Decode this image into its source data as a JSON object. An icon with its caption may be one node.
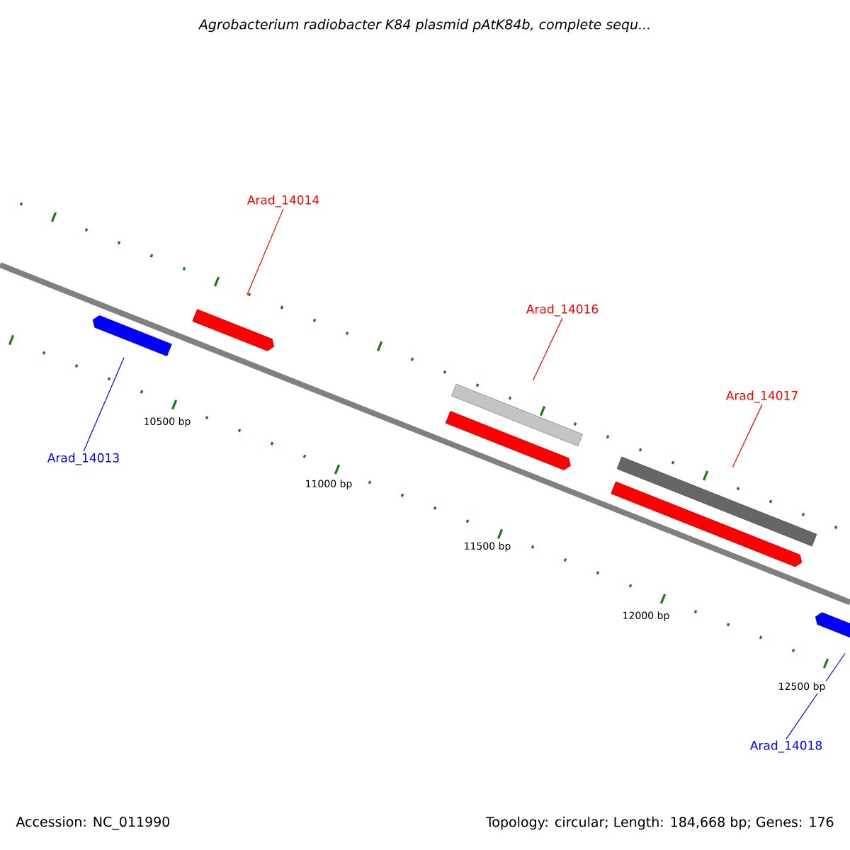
{
  "diagram": {
    "title": "Agrobacterium radiobacter K84 plasmid pAtK84b, complete sequ...",
    "nodes": [
      {
        "text": [
          "Arad_14014"
        ]
      },
      {
        "text": [
          "Arad_14016"
        ]
      },
      {
        "text": [
          "Arad_14017"
        ]
      },
      {
        "text": [
          "Arad_14013"
        ]
      },
      {
        "text": [
          "Arad_14018"
        ]
      },
      {
        "text": [],
        "shape": "arrow"
      },
      {
        "text": [],
        "shape": "arrow"
      },
      {
        "text": [],
        "shape": "bar"
      },
      {
        "text": [],
        "shape": "arrow"
      },
      {
        "text": [],
        "shape": "bar"
      },
      {
        "text": [],
        "shape": "arrow"
      },
      {
        "text": [],
        "shape": "arrow"
      }
    ],
    "edges": [
      {
        "from": 0,
        "to": 6,
        "arrow": "none"
      },
      {
        "from": 1,
        "to": 7,
        "arrow": "none"
      },
      {
        "from": 2,
        "to": 9,
        "arrow": "none"
      },
      {
        "from": 3,
        "to": 5,
        "arrow": "none",
        "color": "#0000ff"
      },
      {
        "from": 4,
        "to": 11,
        "arrow": "none",
        "color": "#0000ff"
      }
    ],
    "labels": [
      "10500 bp",
      "11000 bp",
      "11500 bp",
      "12000 bp",
      "12500 bp",
      "Accession: NC_011990",
      "Topology: circular; Length: 184,668 bp; Genes: 176"
    ]
  }
}
